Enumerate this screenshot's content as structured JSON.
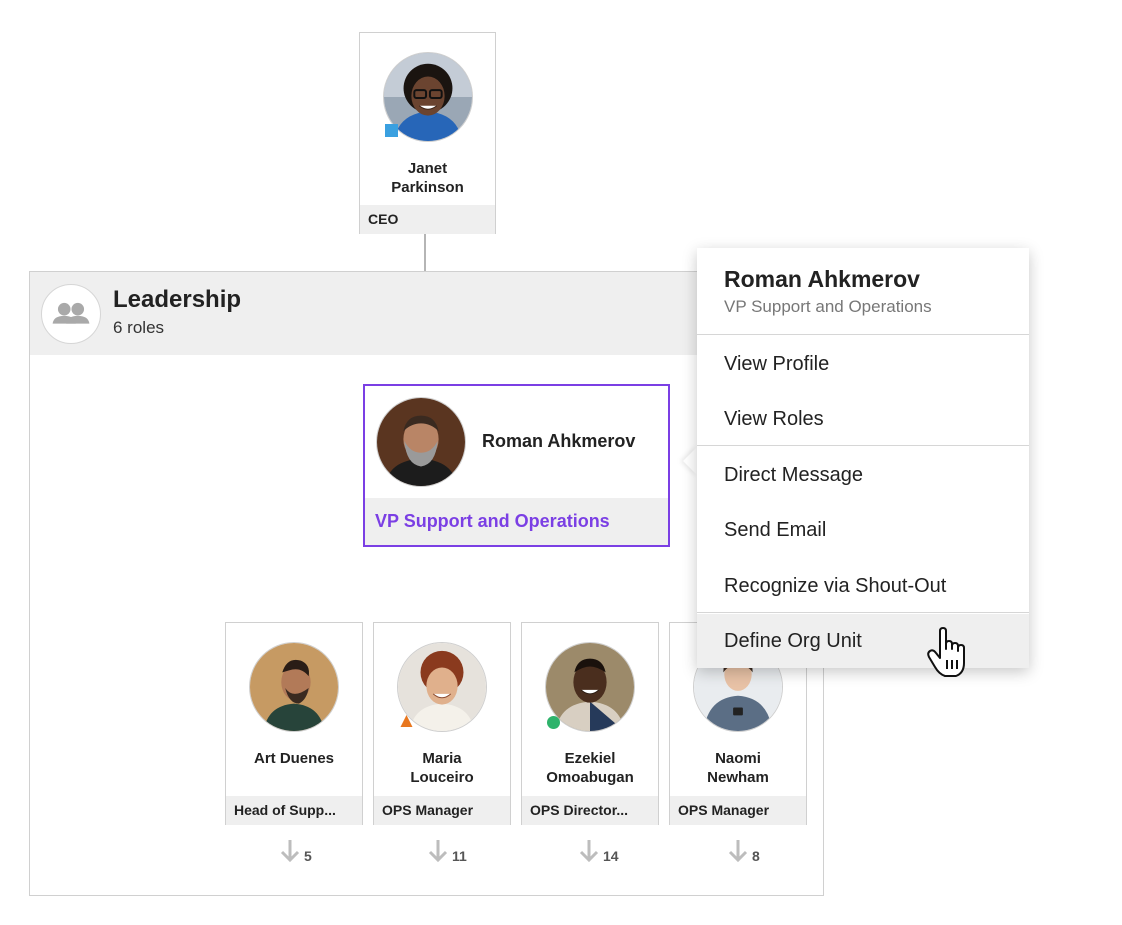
{
  "ceo": {
    "name": "Janet Parkinson",
    "role": "CEO",
    "status_color": "#3aa0e0"
  },
  "group": {
    "title": "Leadership",
    "subtitle": "6 roles",
    "icon": "people-icon"
  },
  "selected": {
    "name": "Roman Ahkmerov",
    "role": "VP Support and Operations",
    "accent": "#7b3fe4"
  },
  "children": [
    {
      "name": "Art Duenes",
      "role": "Head of Supp...",
      "reports": "5"
    },
    {
      "name": "Maria Louceiro",
      "role": "OPS Manager",
      "reports": "11",
      "status": "away-triangle"
    },
    {
      "name": "Ezekiel Omoabugan",
      "role": "OPS Director...",
      "reports": "14",
      "status": "online-dot"
    },
    {
      "name": "Naomi Newham",
      "role": "OPS Manager",
      "reports": "8"
    }
  ],
  "menu": {
    "name": "Roman Ahkmerov",
    "title": "VP Support and Operations",
    "items": [
      {
        "label": "View Profile"
      },
      {
        "label": "View Roles"
      },
      {
        "label": "Direct Message"
      },
      {
        "label": "Send Email"
      },
      {
        "label": "Recognize via Shout-Out"
      },
      {
        "label": "Define Org Unit",
        "hover": true
      }
    ]
  }
}
